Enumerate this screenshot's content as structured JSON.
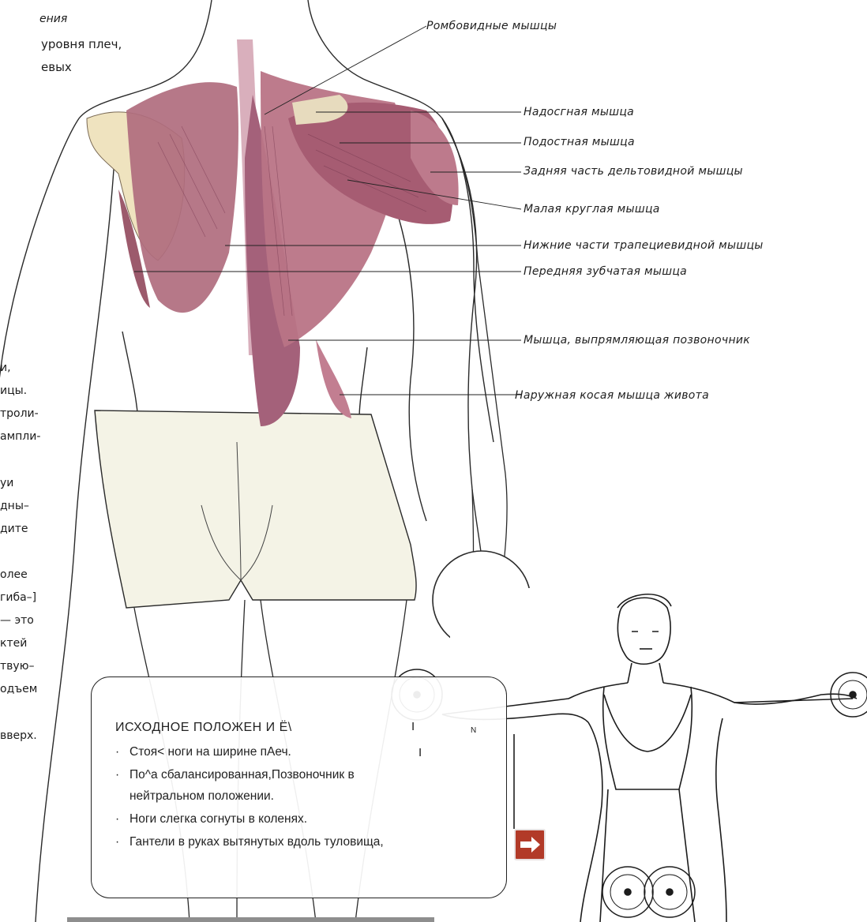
{
  "top_text": [
    "ения",
    "уровня плеч,",
    "евых"
  ],
  "left_text": [
    "и,",
    "ицы.",
    "троли-",
    "ампли-",
    "уи",
    "дны–",
    "дите",
    "олее",
    "гиба–]",
    "— это",
    "ктей",
    "твую–",
    "одъем",
    "вверх."
  ],
  "labels": [
    "Ромбовидные  мышцы",
    "Надосгная  мышца",
    "Подостная  мышца",
    "Задняя  часть  дельтовидной  мышцы",
    "Малая  круглая  мышца",
    "Нижние  части  трапециевидной  мышцы",
    "Передняя  зубчатая  мышца",
    "Мышца,   выпрямляющая  позвоночник",
    "Наружная  косая  мышца  живота"
  ],
  "box": {
    "title": "ИСХОДНОЕ ПОЛОЖЕН И Ё\\",
    "items": [
      "Стоя< ноги на ширине пАеч.",
      "По^а сбалансированная,Позвоночник в",
      "нейтральном положении.",
      "Ноги слегка согнуты в коленях.",
      "Гантели в руках  вытянутых вдоль туловища,"
    ],
    "stray_marks": [
      "I",
      "I",
      "N"
    ]
  },
  "colors": {
    "muscle": "#b06c7e",
    "muscle_dark": "#8a4a5e",
    "bone": "#efe3bf",
    "button": "#b23a28"
  },
  "icons": {
    "next": "arrow-right-icon"
  }
}
